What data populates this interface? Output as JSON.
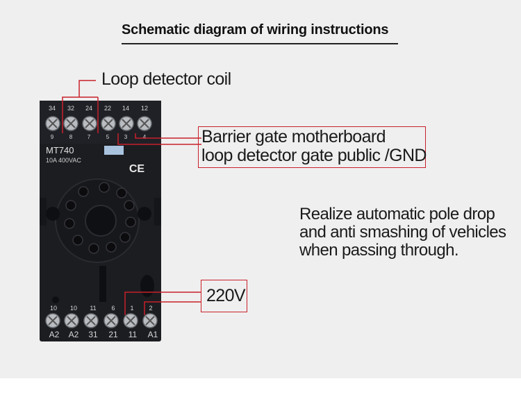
{
  "title": "Schematic diagram of wiring instructions",
  "relay": {
    "model": "MT740",
    "rating": "10A 400VAC",
    "mark": "CE",
    "top_numbers": [
      "34",
      "32",
      "24",
      "22",
      "14",
      "12"
    ],
    "mid_numbers": [
      "9",
      "8",
      "7",
      "5",
      "3",
      "4"
    ],
    "bottom_numbers": [
      "10",
      "10",
      "11",
      "6",
      "1",
      "2"
    ],
    "bottom_labels": [
      "A2",
      "A2",
      "31",
      "21",
      "11",
      "A1"
    ]
  },
  "callouts": {
    "loop_coil": "Loop detector coil",
    "barrier_line1": "Barrier gate motherboard",
    "barrier_line2": "loop detector gate public /GND",
    "power": "220V"
  },
  "description": [
    "Realize automatic pole drop",
    "and anti smashing of vehicles",
    "when passing through."
  ],
  "colors": {
    "callout_line": "#c8202a",
    "relay_body": "#1c1d21"
  }
}
